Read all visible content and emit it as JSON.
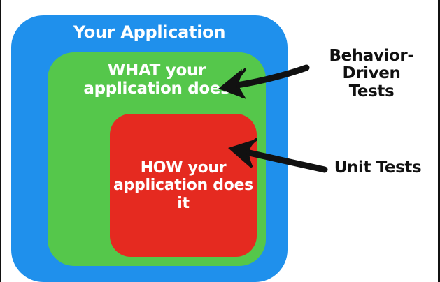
{
  "diagram": {
    "outer_box": {
      "label": "Your Application",
      "color": "#1f90ec"
    },
    "middle_box": {
      "label_line1": "WHAT your",
      "label_line2": "application does",
      "color": "#55c74b"
    },
    "inner_box": {
      "label_line1": "HOW your",
      "label_line2": "application does it",
      "color": "#e52a20"
    },
    "annotations": {
      "bdd_line1": "Behavior-Driven",
      "bdd_line2": "Tests",
      "unit": "Unit Tests"
    },
    "arrow_icon": "arrow-left-icon"
  }
}
